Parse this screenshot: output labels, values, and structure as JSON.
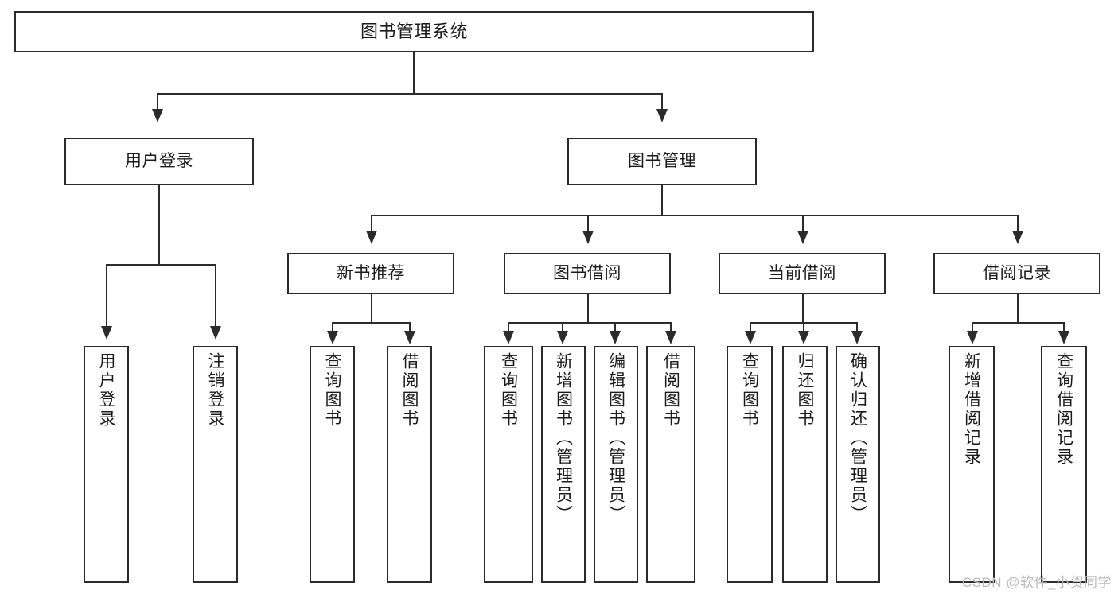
{
  "diagram": {
    "title": "图书管理系统",
    "type": "tree-hierarchy-chart",
    "root": {
      "label": "图书管理系统"
    },
    "level1": [
      {
        "label": "用户登录"
      },
      {
        "label": "图书管理"
      }
    ],
    "level2": [
      {
        "label": "新书推荐"
      },
      {
        "label": "图书借阅"
      },
      {
        "label": "当前借阅"
      },
      {
        "label": "借阅记录"
      }
    ],
    "leaves": {
      "user_login": [
        {
          "label": "用户登录"
        },
        {
          "label": "注销登录"
        }
      ],
      "new_book_recommend": [
        {
          "label": "查询图书"
        },
        {
          "label": "借阅图书"
        }
      ],
      "book_borrow": [
        {
          "label": "查询图书"
        },
        {
          "label": "新增图书（管理员）"
        },
        {
          "label": "编辑图书（管理员）"
        },
        {
          "label": "借阅图书"
        }
      ],
      "current_borrow": [
        {
          "label": "查询图书"
        },
        {
          "label": "归还图书"
        },
        {
          "label": "确认归还（管理员）"
        }
      ],
      "borrow_record": [
        {
          "label": "新增借阅记录"
        },
        {
          "label": "查询借阅记录"
        }
      ]
    }
  },
  "watermark": {
    "text": "CSDN @软件_小贺同学"
  },
  "colors": {
    "stroke": "#2b2b2b",
    "fill": "#ffffff",
    "text": "#1b1b1b",
    "watermark": "#b9b9b9"
  }
}
